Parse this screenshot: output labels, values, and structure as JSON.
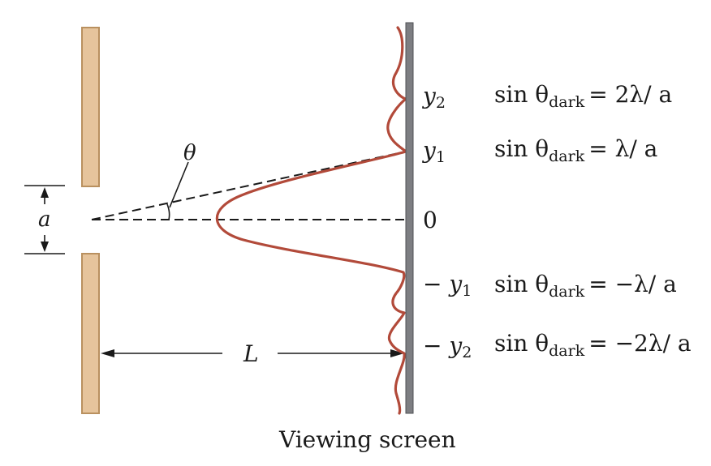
{
  "colors": {
    "barrier_fill": "#e6c49c",
    "barrier_stroke": "#b9905f",
    "screen": "#7d7e82",
    "intensity_curve": "#b24a3a",
    "lines": "#1a1a1a",
    "text": "#1a1a1a"
  },
  "labels": {
    "theta": "θ",
    "slit_width": "a",
    "distance": "L",
    "caption": "Viewing screen"
  },
  "positions": [
    {
      "name": "position-y2",
      "sign": "",
      "var": "y",
      "sub": "2",
      "eq_lhs": "sin θ",
      "eq_sub": "dark",
      "eq_rhs": "= 2λ/ a"
    },
    {
      "name": "position-y1",
      "sign": "",
      "var": "y",
      "sub": "1",
      "eq_lhs": "sin θ",
      "eq_sub": "dark",
      "eq_rhs": "= λ/ a"
    },
    {
      "name": "position-zero",
      "sign": "",
      "var": "0",
      "sub": "",
      "eq_lhs": "",
      "eq_sub": "",
      "eq_rhs": ""
    },
    {
      "name": "position-minus-y1",
      "sign": "− ",
      "var": "y",
      "sub": "1",
      "eq_lhs": "sin θ",
      "eq_sub": "dark",
      "eq_rhs": "= −λ/ a"
    },
    {
      "name": "position-minus-y2",
      "sign": "− ",
      "var": "y",
      "sub": "2",
      "eq_lhs": "sin θ",
      "eq_sub": "dark",
      "eq_rhs": "= −2λ/ a"
    }
  ]
}
